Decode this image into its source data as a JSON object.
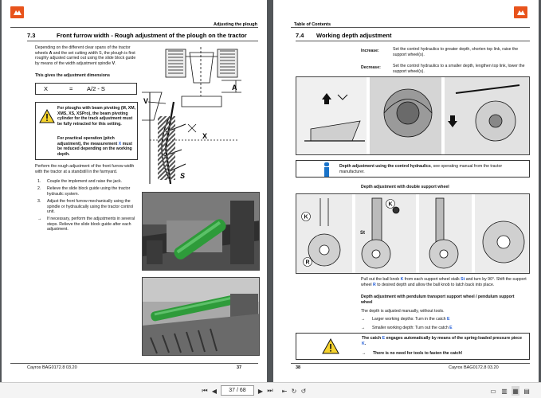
{
  "left_page": {
    "running_head": "Adjusting the plough",
    "section_number": "7.3",
    "section_title": "Front furrow width - Rough adjustment of the plough on the tractor",
    "intro_pre": "Depending on the different clear spans of the tractor wheels ",
    "intro_a": "A",
    "intro_mid": " and the set cutting width S, the plough is first roughly adjusted carried out using the slide block guide by means of the width adjustment spindle ",
    "intro_v": "V",
    "intro_end": ".",
    "dims_heading": "This gives the adjustment dimensions",
    "formula_x": "X",
    "formula_eq": "=",
    "formula_rhs": "A/2 - S",
    "warning_1": "For ploughs with beam pivoting (M, XM, XMS, XS, XSPro), the beam pivoting cylinder for the track adjustment must be fully retracted for this setting.",
    "warning_2_pre": "For practical operation (pitch adjustment), the measurement ",
    "warning_2_x": "X",
    "warning_2_post": " must be reduced depending on the working depth.",
    "perform_text": "Perform the rough adjustment of the front furrow width with the tractor at a standstill in the farmyard.",
    "steps": [
      {
        "num": "1.",
        "text": "Couple the implement and raise the jack."
      },
      {
        "num": "2.",
        "text": "Relieve the slide block guide using the tractor hydraulic system."
      },
      {
        "num": "3.",
        "text": "Adjust the front furrow mechanically using the spindle or hydraulically using the tractor control unit."
      }
    ],
    "arrow_step": "If necessary, perform the adjustments in several steps. Relieve the slide block guide after each adjustment.",
    "arrow_glyph": "→",
    "diagram_labels": {
      "a": "A",
      "v": "V",
      "x": "X",
      "s": "S"
    },
    "footer_left": "Cayros  BAG0172.8  03.20",
    "footer_page": "37"
  },
  "right_page": {
    "running_head": "Table of Contents",
    "section_number": "7.4",
    "section_title": "Working depth adjustment",
    "increase_label": "Increase:",
    "increase_text": "Set the control hydraulics to greater depth, shorten top link, raise the support wheel(s).",
    "decrease_label": "Decrease:",
    "decrease_text": "Set the control hydraulics to a smaller depth, lengthen top link, lower the support wheel(s).",
    "info_bold": "Depth adjustment using the control hydraulics",
    "info_rest": ", see operating manual from the tractor manufacturer.",
    "double_wheel_heading": "Depth adjustment with double support wheel",
    "callouts": {
      "k": "K",
      "st": "St",
      "r": "R"
    },
    "pull_pre": "Pull out the ball knob ",
    "pull_k": "K",
    "pull_mid1": " from each support wheel stalk ",
    "pull_st": "St",
    "pull_mid2": " and turn by 90°. Shift the support wheel ",
    "pull_r": "R",
    "pull_end": " to desired depth and allow the ball knob to latch back into place.",
    "pendulum_heading": "Depth adjustment with pendulum transport support wheel / pendulum support wheel",
    "manual_text": "The depth is adjusted manually, without tools.",
    "larger_pre": "Larger working depths: Turn in the catch ",
    "larger_e": "E",
    "smaller_pre": "Smaller working depth: Turn out the catch ",
    "smaller_e": "E",
    "arrow_glyph": "→",
    "warn_catch_pre": "The catch ",
    "warn_catch_e": "E",
    "warn_catch_mid": " engages automatically by means of the spring-loaded pressure piece ",
    "warn_catch_k": "K",
    "warn_catch_end": ".",
    "warn_no_tools": "There is no need for tools to fasten the catch!",
    "footer_page": "38",
    "footer_right": "Cayros  BAG0172.8  03.20"
  },
  "toolbar": {
    "first_page": "⏮",
    "prev_page": "◀",
    "page_indicator": "37 / 68",
    "next_page": "▶",
    "last_page": "⏭",
    "nav_icons": [
      "⇤",
      "↻",
      "↺"
    ],
    "view_icons": [
      "▭",
      "▥",
      "▦",
      "▤"
    ]
  },
  "colors": {
    "brand": "#e8531c",
    "link_blue": "#1f5bd8",
    "info_blue": "#1a73c9",
    "warn_yellow": "#f6d32d",
    "cylinder_green": "#2e9b3a"
  }
}
